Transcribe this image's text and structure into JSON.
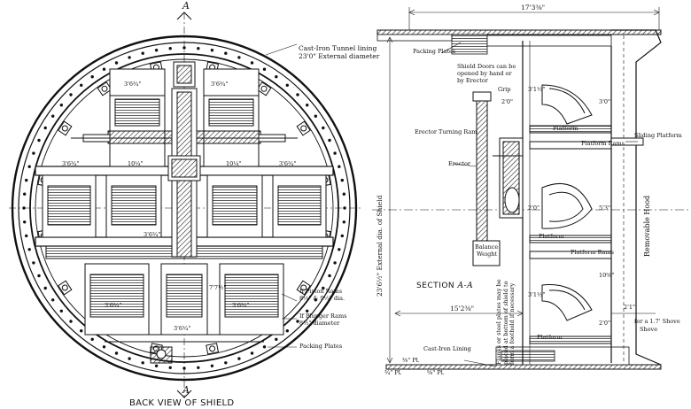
{
  "back_view": {
    "caption": "BACK VIEW OF SHIELD",
    "section_mark_top": "A",
    "section_mark_bottom": "A",
    "dims": {
      "top_left": "3'6¾\"",
      "top_right": "3'6¾\"",
      "mid_far_left": "3'6¾\"",
      "mid_left": "10¼\"",
      "mid_right": "10¼\"",
      "mid_far_right": "3'6¾\"",
      "center_low": "3'6¾\"",
      "low_left": "3'6¾\"",
      "low_right": "3'6¾\"",
      "vertical_center": "7'7½\"",
      "bottom": "3'6¾\""
    },
    "labels": {
      "tunnel_lining": "Cast-Iron Tunnel lining",
      "tunnel_diameter": "23'0\" External diameter",
      "piston_rams": "If Piston Rams",
      "piston_rams_dia": "8¼\" & 9½\" dia.",
      "plunger_rams": "If Plunger Rams",
      "plunger_rams_dia": "8½\" diameter",
      "packing_plates": "Packing Plates"
    }
  },
  "section": {
    "title": "SECTION",
    "title_mark": "A-A",
    "dims": {
      "overall_length": "17'3⅜\"",
      "external_dia": "23'6½\" External dia. of Shield",
      "inner_length": "15'2⅜\"",
      "hood_dim": "2'1\"",
      "hood_note": "for a 1.7' Shove",
      "grip_dim": "2'0\"",
      "top_vert": "3'1½\"",
      "dim_3ft": "3'0\"",
      "dim_2ft": "2'0\"",
      "dim_5ft": "5'3\"",
      "dim_4ft": "2'0\"",
      "bottom_vert": "3'1½\"",
      "bottom_dim2": "10⅝\"",
      "thick_left": "¾\" Pl.",
      "thick_mid": "⅝\" Pl.",
      "thick_right": "⅜\" Pl."
    },
    "labels": {
      "packing_plates": "Packing Plates",
      "doors_note_1": "Shield Doors can be",
      "doors_note_2": "opened by hand or",
      "doors_note_3": "by Erector",
      "grip": "Grip",
      "erector_turning_ram": "Erector Turning Ram",
      "erector": "Erector",
      "balance_weight_1": "Balance",
      "balance_weight_2": "Weight",
      "platform_1": "Platform",
      "platform_rams_1": "Platform Rams",
      "platform_2": "Platform",
      "platform_rams_2": "Platform Rams",
      "platform_3": "Platform",
      "sliding_platform": "Sliding Platform",
      "removable_hood": "Removable Hood",
      "flanks_note": "Flanks or steel plates may be placed at bottom of shield to form a foothold if necessary",
      "cast_iron_lining": "Cast-Iron Lining",
      "shove": "Shove"
    }
  }
}
